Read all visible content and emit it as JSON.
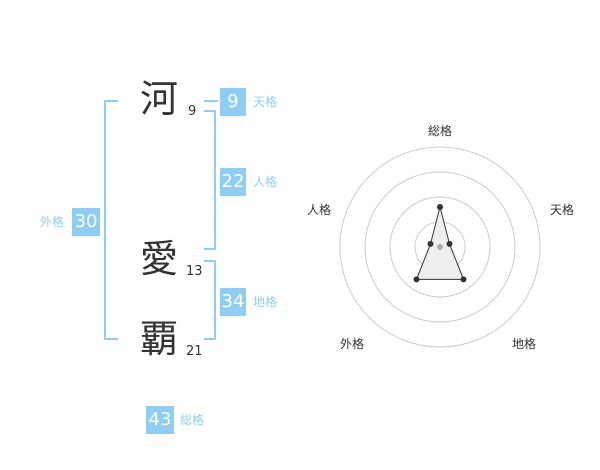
{
  "characters": [
    {
      "char": "河",
      "strokes": "9"
    },
    {
      "char": "愛",
      "strokes": "13"
    },
    {
      "char": "覇",
      "strokes": "21"
    }
  ],
  "fortunes": {
    "tenkaku": {
      "value": "9",
      "label": "天格"
    },
    "jinkaku": {
      "value": "22",
      "label": "人格"
    },
    "chikaku": {
      "value": "34",
      "label": "地格"
    },
    "gaikaku": {
      "value": "30",
      "label": "外格"
    },
    "soukaku": {
      "value": "43",
      "label": "総格"
    }
  },
  "radar": {
    "axes": [
      "総格",
      "天格",
      "地格",
      "外格",
      "人格"
    ],
    "levels": [
      0.4,
      0.1,
      0.4,
      0.4,
      0.1
    ],
    "colors": {
      "fill": "#eeeeee",
      "line": "#333333",
      "ring": "#cccccc",
      "center": "#aaaaaa"
    }
  },
  "colors": {
    "accent": "#8ecef4"
  }
}
